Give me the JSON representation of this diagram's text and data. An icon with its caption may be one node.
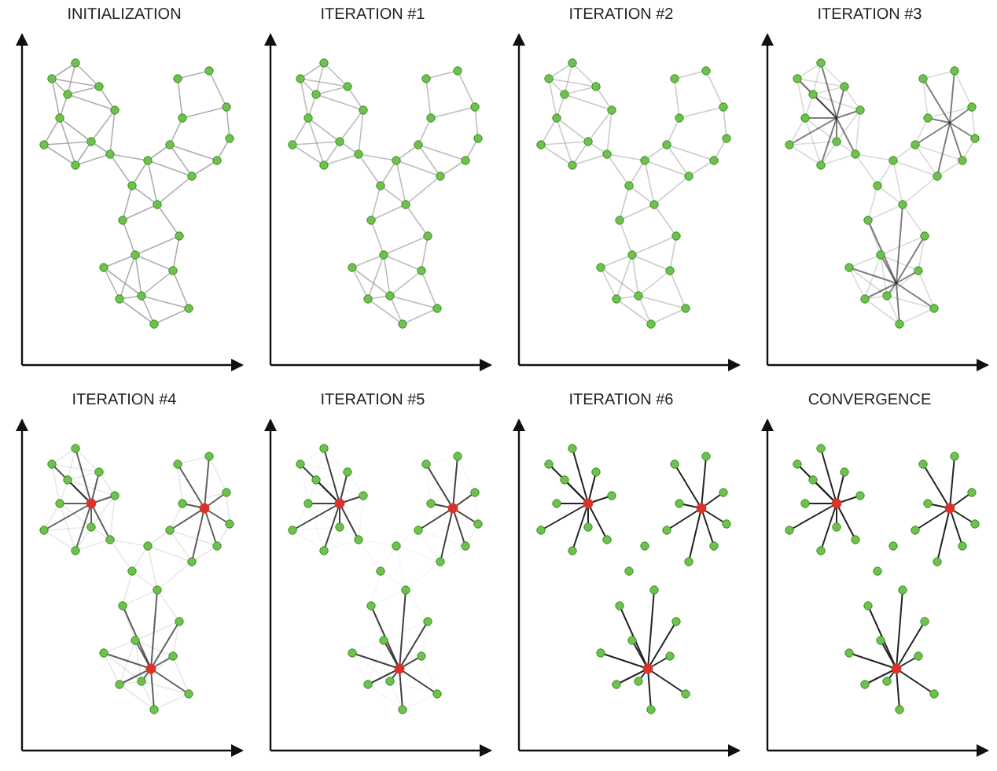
{
  "diagram": {
    "labels": [
      "INITIALIZATION",
      "ITERATION #1",
      "ITERATION #2",
      "ITERATION #3",
      "ITERATION #4",
      "ITERATION #5",
      "ITERATION #6",
      "CONVERGENCE"
    ]
  }
}
